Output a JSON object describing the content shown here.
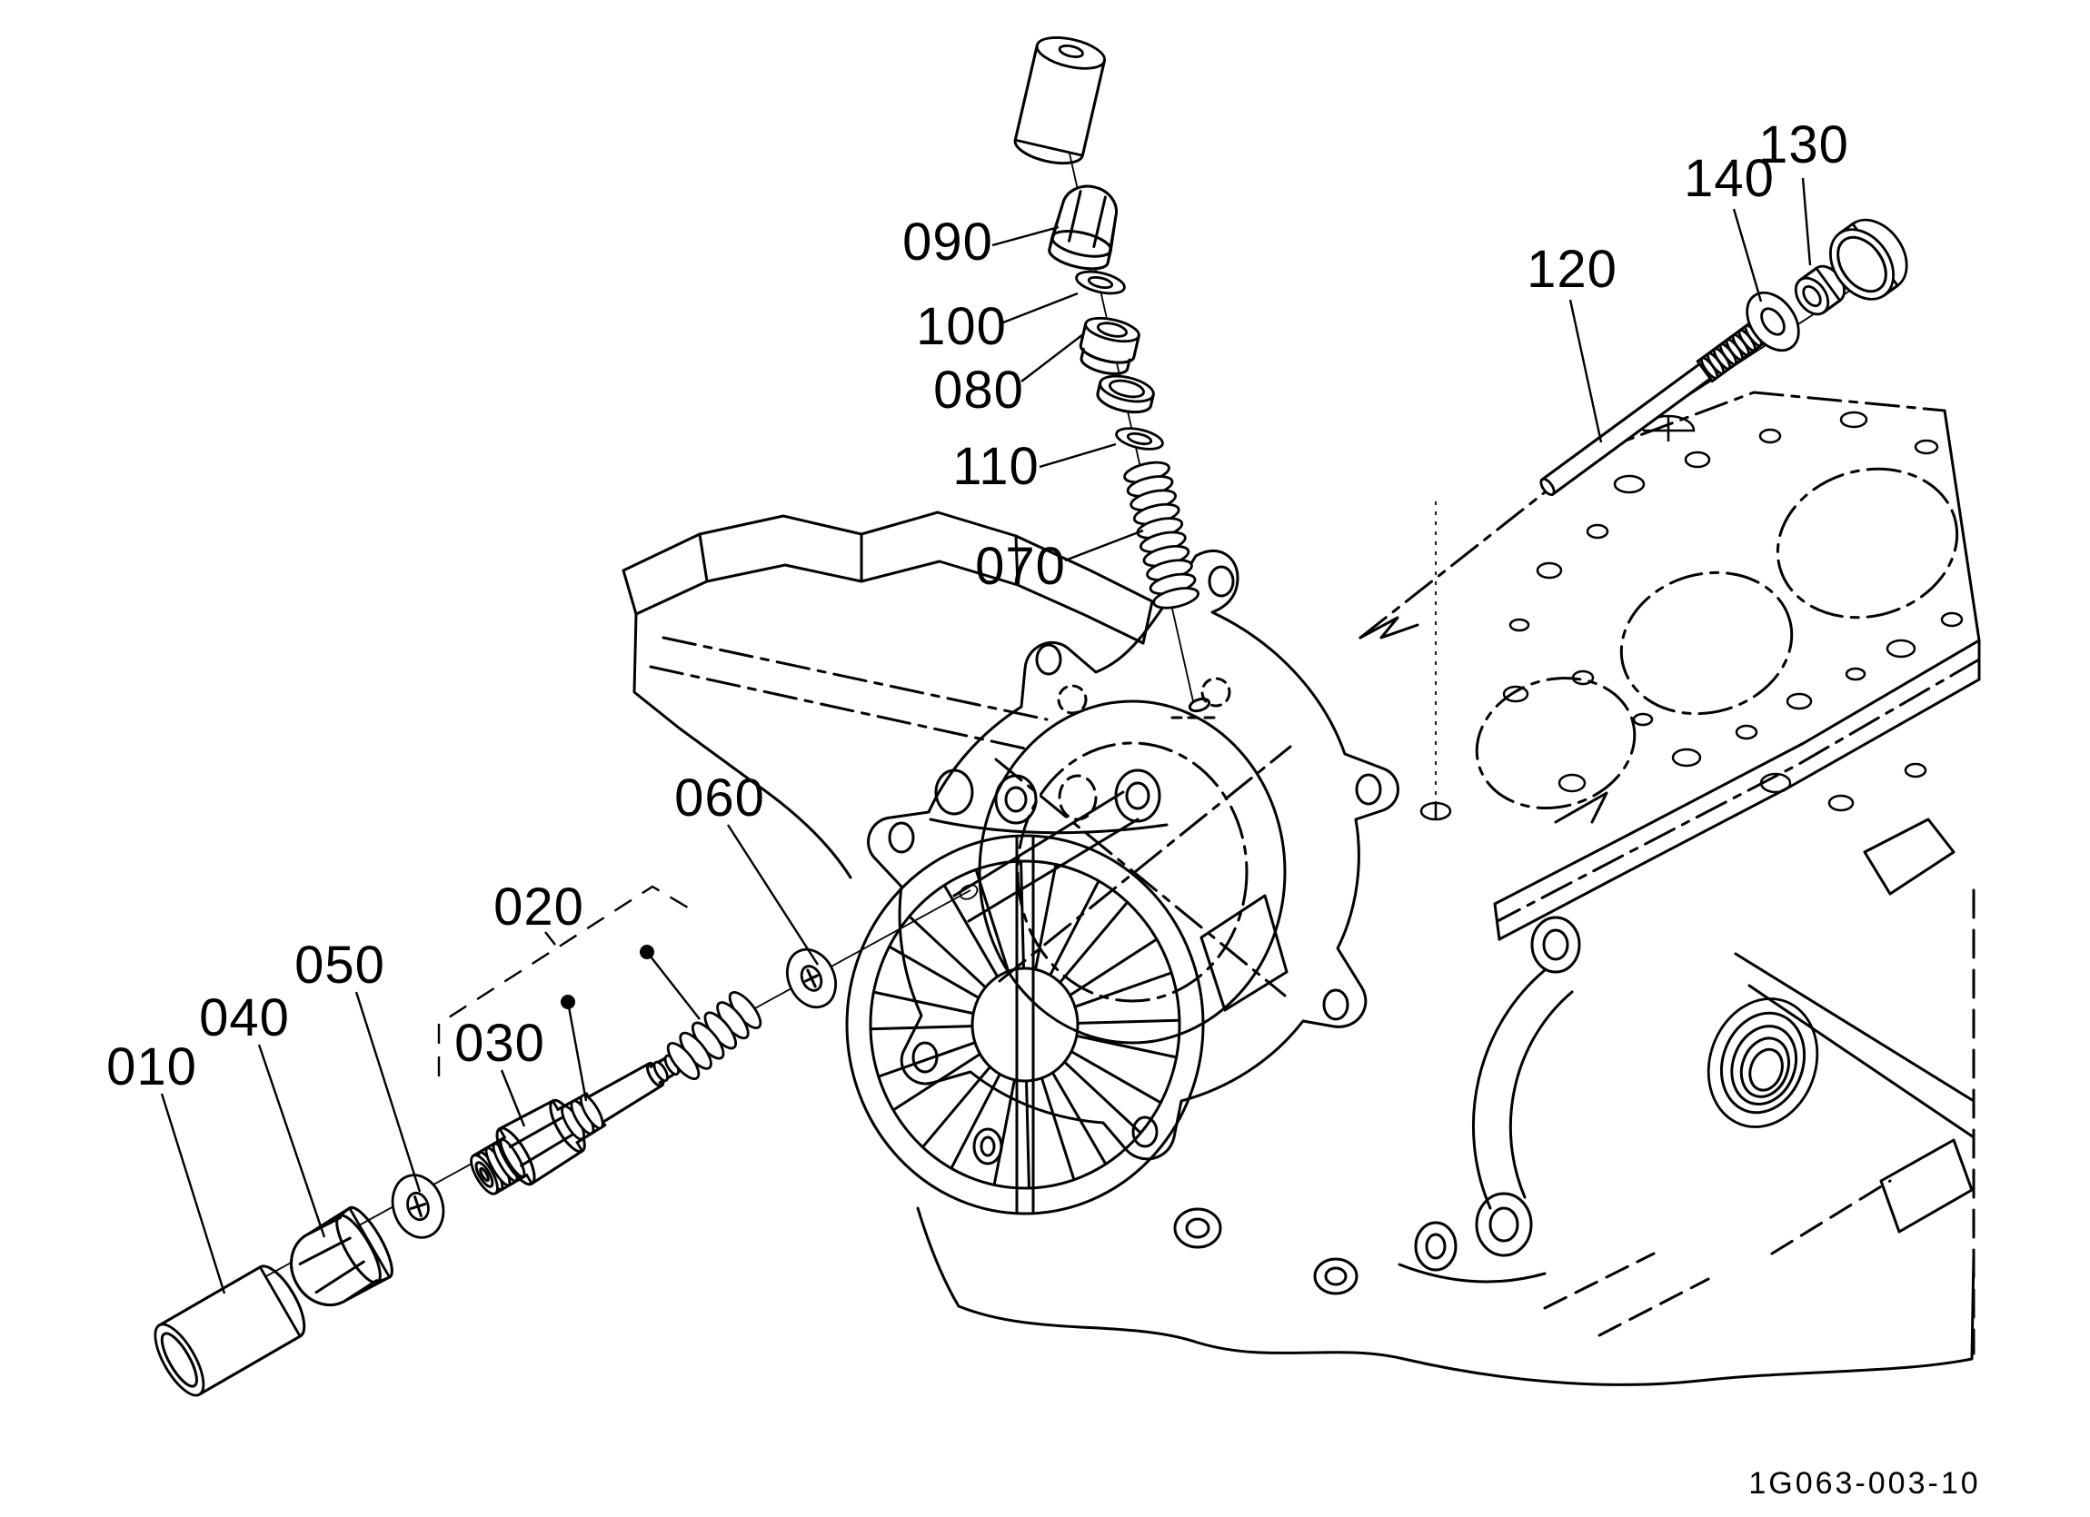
{
  "canvas": {
    "background": "#ffffff",
    "line_color": "#000000"
  },
  "diagram_type": "exploded-parts-diagram",
  "callouts": {
    "c010": {
      "label": "010"
    },
    "c020": {
      "label": "020"
    },
    "c030": {
      "label": "030"
    },
    "c040": {
      "label": "040"
    },
    "c050": {
      "label": "050"
    },
    "c060": {
      "label": "060"
    },
    "c070": {
      "label": "070"
    },
    "c080": {
      "label": "080"
    },
    "c090": {
      "label": "090"
    },
    "c100": {
      "label": "100"
    },
    "c110": {
      "label": "110"
    },
    "c120": {
      "label": "120"
    },
    "c130": {
      "label": "130"
    },
    "c140": {
      "label": "140"
    }
  },
  "footer": {
    "drawing_number": "1G063-003-10"
  }
}
